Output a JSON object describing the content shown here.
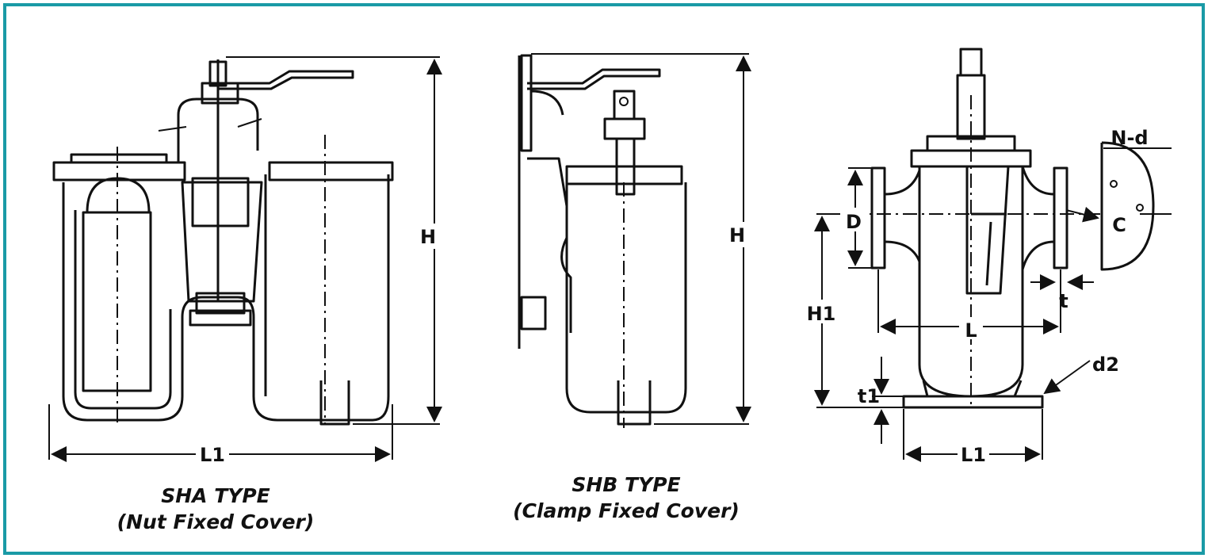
{
  "colors": {
    "border": "#1a9aa6",
    "ink": "#111111"
  },
  "sha": {
    "caption_line1": "SHA TYPE",
    "caption_line2": "(Nut Fixed Cover)",
    "dim_height": "H",
    "dim_width": "L1"
  },
  "shb": {
    "caption_line1": "SHB TYPE",
    "caption_line2": "(Clamp Fixed Cover)",
    "dim_height": "H"
  },
  "section": {
    "dim_D": "D",
    "dim_H1": "H1",
    "dim_L": "L",
    "dim_L1": "L1",
    "dim_t": "t",
    "dim_t1": "t1",
    "dim_d2": "d2",
    "dim_Nd": "N-d",
    "dim_C": "C"
  }
}
